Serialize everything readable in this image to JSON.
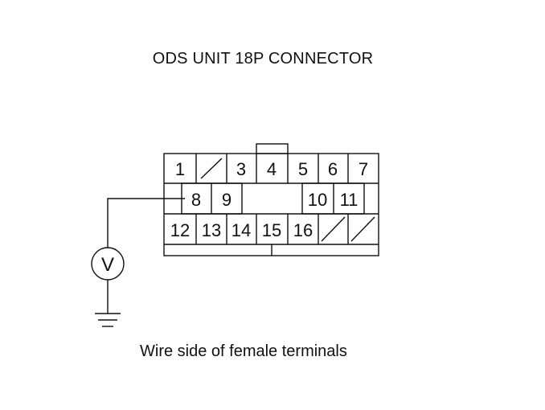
{
  "diagram": {
    "title": "ODS UNIT 18P CONNECTOR",
    "caption": "Wire side of female terminals",
    "meter_symbol": "V",
    "terminals_row1": [
      "1",
      "",
      "3",
      "4",
      "5",
      "6",
      "7"
    ],
    "terminals_row2": [
      "8",
      "9",
      "10",
      "11"
    ],
    "terminals_row3": [
      "12",
      "13",
      "14",
      "15",
      "16"
    ],
    "probe_terminal": "8",
    "icons": [
      "voltmeter-icon",
      "ground-icon"
    ]
  }
}
